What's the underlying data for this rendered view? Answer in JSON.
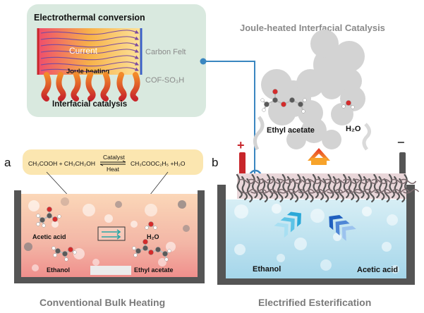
{
  "inset": {
    "title": "Electrothermal conversion",
    "current_label": "Current",
    "joule_label": "Joule heating",
    "interfacial_label": "Interfacial catalysis",
    "carbon_felt_label": "Carbon Felt",
    "cof_label": "COF-SO₃H"
  },
  "panel_a": {
    "letter": "a",
    "equation": {
      "reactants": "CH₃COOH + CH₃CH₂OH",
      "catalyst": "Catalyst",
      "heat": "Heat",
      "products": "CH₃COOC₂H₅ +H₂O"
    },
    "labels": {
      "acetic_acid": "Acetic acid",
      "water": "H₂O",
      "ethanol": "Ethanol",
      "ethyl_acetate": "Ethyl acetate"
    },
    "caption": "Conventional Bulk Heating"
  },
  "panel_b": {
    "letter": "b",
    "title": "Joule-heated Interfacial Catalysis",
    "labels": {
      "ethyl_acetate": "Ethyl acetate",
      "water": "H₂O",
      "ethanol": "Ethanol",
      "acetic_acid": "Acetic acid"
    },
    "plus_sign": "+",
    "minus_sign": "−",
    "caption": "Electrified Esterification"
  },
  "colors": {
    "inset_bg": "#d9e9df",
    "connector": "#3a86c0",
    "electrode_plus": "#c8262b",
    "electrode_minus": "#555555",
    "caption_text": "#7a7a7a",
    "equation_bg": "#fbe6b0"
  }
}
